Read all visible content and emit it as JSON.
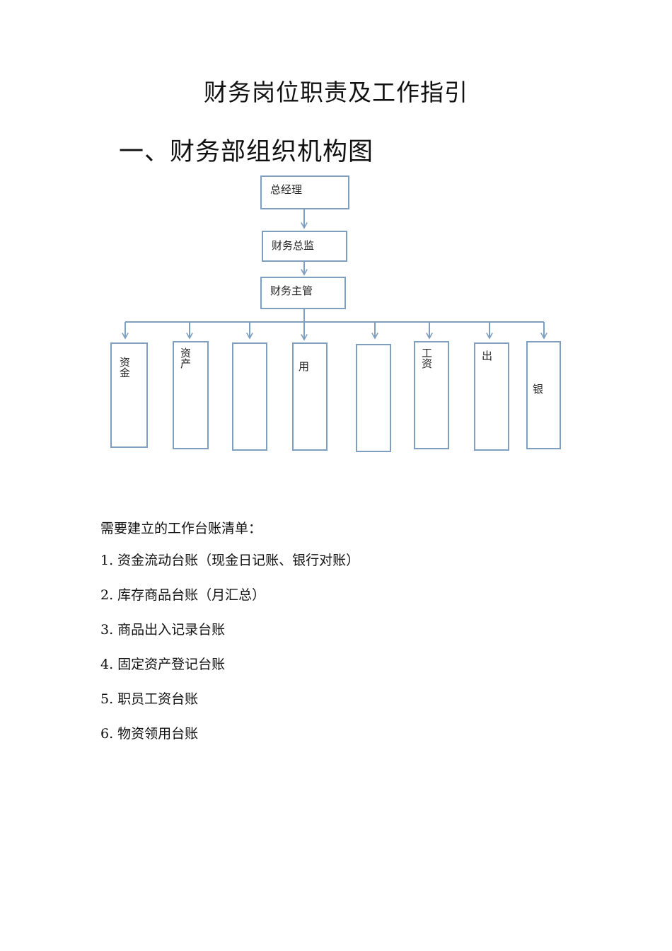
{
  "document": {
    "title": "财务岗位职责及工作指引",
    "section_heading": "一、财务部组织机构图"
  },
  "org_chart": {
    "top_nodes": [
      {
        "label": "总经理"
      },
      {
        "label": "财务总监"
      },
      {
        "label": "财务主管"
      }
    ],
    "positions": [
      {
        "label": "资金"
      },
      {
        "label": "资产"
      },
      {
        "label": ""
      },
      {
        "label": "用"
      },
      {
        "label": ""
      },
      {
        "label": "工资"
      },
      {
        "label": "出"
      },
      {
        "label": "银"
      }
    ]
  },
  "ledger": {
    "intro": "需要建立的工作台账清单：",
    "items": [
      "1. 资金流动台账（现金日记账、银行对账）",
      "2. 库存商品台账（月汇总）",
      "3. 商品出入记录台账",
      "4. 固定资产登记台账",
      "5. 职员工资台账",
      "6. 物资领用台账"
    ]
  }
}
